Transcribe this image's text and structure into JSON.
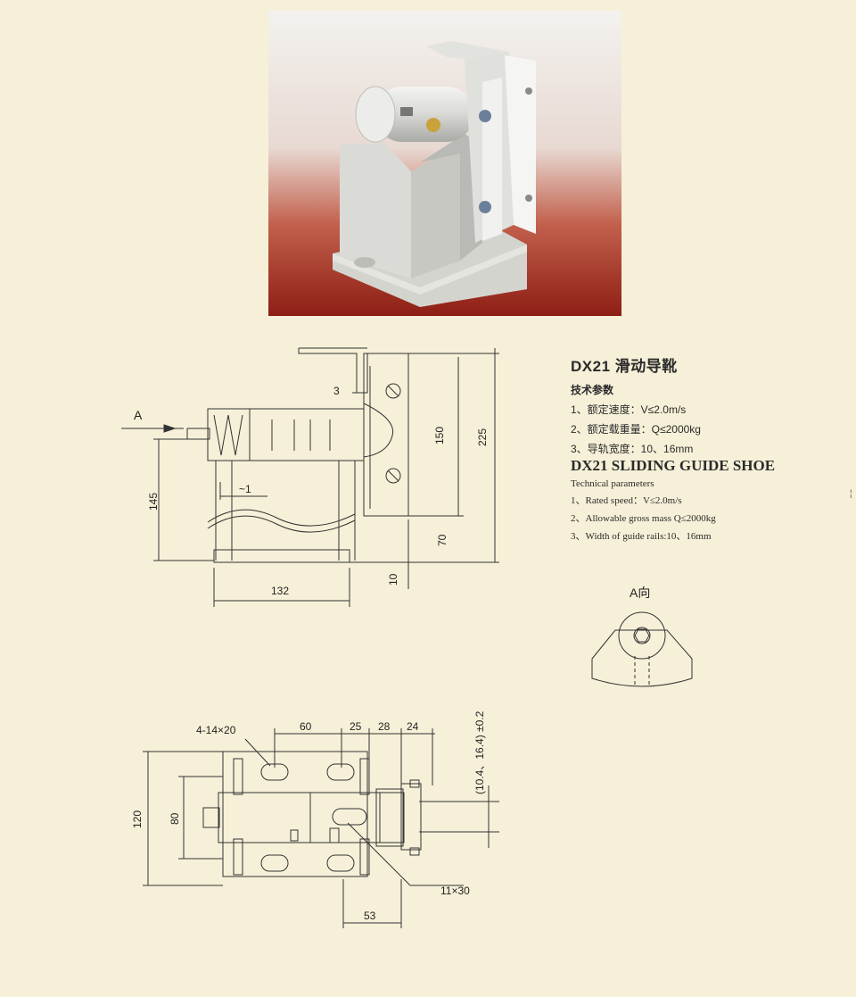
{
  "spec_cn": {
    "title": "DX21 滑动导靴",
    "subtitle": "技术参数",
    "items": [
      "1、额定速度：V≤2.0m/s",
      "2、额定载重量：Q≤2000kg",
      "3、导轨宽度：10、16mm"
    ]
  },
  "spec_en": {
    "title": "DX21 SLIDING GUIDE SHOE",
    "subtitle": "Technical parameters",
    "items": [
      "1、Rated speed：V≤2.0m/s",
      "2、Allowable gross mass Q≤2000kg",
      "3、Width of guide rails:10、16mm"
    ]
  },
  "front_view": {
    "label_a": "A",
    "dims": {
      "d3": "3",
      "d150": "150",
      "d225": "225",
      "d145": "145",
      "d1": "~1",
      "d70": "70",
      "d10": "10",
      "d132": "132"
    }
  },
  "a_view": {
    "label": "A向"
  },
  "top_view": {
    "dims": {
      "holes": "4-14×20",
      "d60": "60",
      "d25": "25",
      "d28": "28",
      "d24": "24",
      "tol": "(10.4、16.4) ±0.2",
      "d120": "120",
      "d80": "80",
      "slot": "11×30",
      "d53": "53"
    }
  },
  "colors": {
    "background": "#f6f0d8",
    "photo_top": "#f2f2f0",
    "photo_bottom": "#8e1e14",
    "line": "#333333"
  },
  "icons": {
    "edge_mark": "¦"
  }
}
